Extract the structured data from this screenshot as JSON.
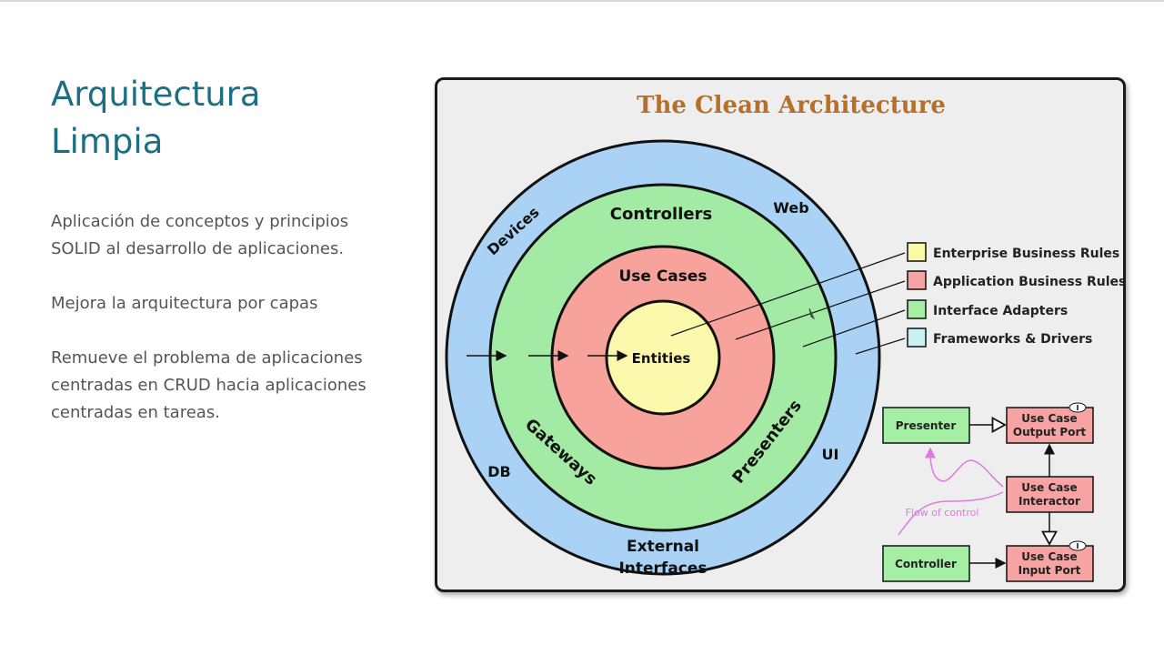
{
  "slide": {
    "title_line1": "Arquitectura",
    "title_line2": "Limpia",
    "paragraph1": "Aplicación de conceptos y principios SOLID al desarrollo de aplicaciones.",
    "paragraph2": "Mejora la arquitectura por capas",
    "paragraph3": "Remueve el problema de aplicaciones centradas en CRUD hacia aplicaciones centradas en tareas."
  },
  "diagram": {
    "title": "The Clean Architecture",
    "rings": {
      "outer_labels": [
        "Devices",
        "Web",
        "DB",
        "UI",
        "External",
        "Interfaces"
      ],
      "adapters_labels": [
        "Controllers",
        "Gateways",
        "Presenters"
      ],
      "usecases_label": "Use Cases",
      "entities_label": "Entities"
    },
    "legend": [
      {
        "label": "Enterprise Business Rules",
        "color": "#fbf8a8"
      },
      {
        "label": "Application Business Rules",
        "color": "#f8a3a3"
      },
      {
        "label": "Interface Adapters",
        "color": "#a4efa4"
      },
      {
        "label": "Frameworks & Drivers",
        "color": "#c9f2f6"
      }
    ],
    "flow": {
      "presenter": "Presenter",
      "controller": "Controller",
      "output_port_1": "Use Case",
      "output_port_2": "Output Port",
      "interactor_1": "Use Case",
      "interactor_2": "Interactor",
      "input_port_1": "Use Case",
      "input_port_2": "Input Port",
      "flow_label": "Flow of control",
      "interface_mark": "I"
    },
    "colors": {
      "title": "#b5702b",
      "frameworks": "#a9d2f5",
      "adapters": "#a3eba5",
      "usecases": "#f7a39c",
      "entities": "#fbf8ab",
      "flow_label": "#e07ae0"
    }
  }
}
